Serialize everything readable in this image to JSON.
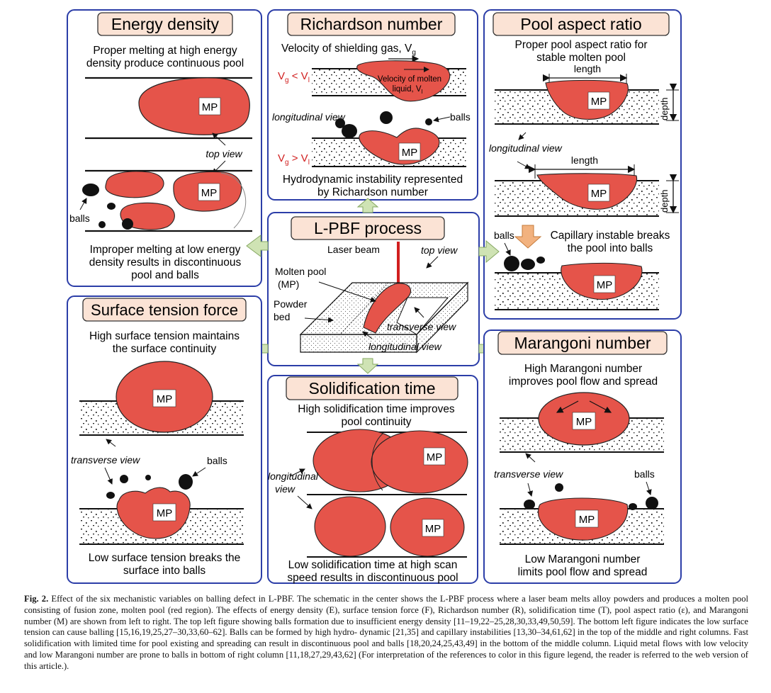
{
  "colors": {
    "panel_border": "#2c3ea8",
    "pool": "#e5544a",
    "title_bg": "#fbe3d5",
    "arrow": "#cfe3b4",
    "arrow_stroke": "#86a862",
    "orange_arrow": "#f2b27f",
    "red": "#d11f1f"
  },
  "panels": {
    "energy": {
      "title": "Energy density",
      "top_text": [
        "Proper melting at high energy",
        "density produce continuous pool"
      ],
      "mp": "MP",
      "top_view": "top view",
      "balls": "balls",
      "bottom_text": [
        "Improper melting at low energy",
        "density results in discontinuous",
        "pool and balls"
      ]
    },
    "richardson": {
      "title": "Richardson number",
      "shield": "Velocity of shielding gas, V",
      "shield_sub": "g",
      "cond1": "V",
      "cond1_sub": "g",
      "cond1_op": " < V",
      "cond1_sub2": "l",
      "liquid": [
        "Velocity of molten",
        "liquid, V"
      ],
      "liquid_sub": "l",
      "longitudinal": "longitudinal view",
      "balls": "balls",
      "cond2": "V",
      "cond2_sub": "g",
      "cond2_op": " > V",
      "cond2_sub2": "l",
      "mp": "MP",
      "bottom_text": [
        "Hydrodynamic instability represented",
        "by Richardson number"
      ]
    },
    "aspect": {
      "title": "Pool aspect ratio",
      "top_text": [
        "Proper pool aspect ratio for",
        "stable molten pool"
      ],
      "length": "length",
      "depth": "depth",
      "mp": "MP",
      "longitudinal": "longitudinal view",
      "balls": "balls",
      "capillary": [
        "Capillary instable breaks",
        "the pool into balls"
      ]
    },
    "lpbf": {
      "title": "L-PBF process",
      "laser": "Laser beam",
      "top_view": "top view",
      "molten": [
        "Molten pool",
        "(MP)"
      ],
      "powder": [
        "Powder",
        "bed"
      ],
      "transverse": "transverse view",
      "longitudinal": "longitudinal view"
    },
    "surface": {
      "title": "Surface tension force",
      "top_text": [
        "High surface tension maintains",
        "the surface continuity"
      ],
      "mp": "MP",
      "transverse": "transverse view",
      "balls": "balls",
      "bottom_text": [
        "Low surface tension breaks the",
        "surface into balls"
      ]
    },
    "solid": {
      "title": "Solidification time",
      "top_text": [
        "High solidification time improves",
        "pool continuity"
      ],
      "mp": "MP",
      "longitudinal": [
        "longitudinal",
        "view"
      ],
      "bottom_text": [
        "Low solidification time at high scan",
        "speed results in discontinuous pool"
      ]
    },
    "marangoni": {
      "title": "Marangoni number",
      "top_text": [
        "High Marangoni number",
        "improves pool flow and spread"
      ],
      "mp": "MP",
      "transverse": "transverse view",
      "balls": "balls",
      "bottom_text": [
        "Low Marangoni number",
        "limits pool flow and spread"
      ]
    }
  },
  "caption": {
    "label": "Fig. 2.",
    "lines": [
      "Effect of the six mechanistic variables on balling defect in L-PBF. The schematic in the center shows the L-PBF process where a laser beam melts alloy powders and",
      "produces a molten pool consisting of fusion zone, molten pool (red region). The effects of energy density (E), surface tension force (F), Richardson number (R), solidification",
      "time (T), pool aspect ratio (ε), and Marangoni number (M) are shown from left to right. The top left figure showing balls formation due to insufficient energy density",
      "[11–19,22–25,28,30,33,49,50,59]. The bottom left figure indicates the low surface tension can cause balling [15,16,19,25,27–30,33,60–62]. Balls can be formed by high hydro-",
      "dynamic [21,35] and capillary instabilities [13,30–34,61,62] in the top of the middle and right columns. Fast solidification with limited time for pool existing and spreading",
      "can result in discontinuous pool and balls [18,20,24,25,43,49] in the bottom of the middle column. Liquid metal flows with low velocity and low Marangoni number are",
      "prone to balls in bottom of right column [11,18,27,29,43,62] (For interpretation of the references to color in this figure legend, the reader is referred to the web version of",
      "this article.)."
    ]
  }
}
